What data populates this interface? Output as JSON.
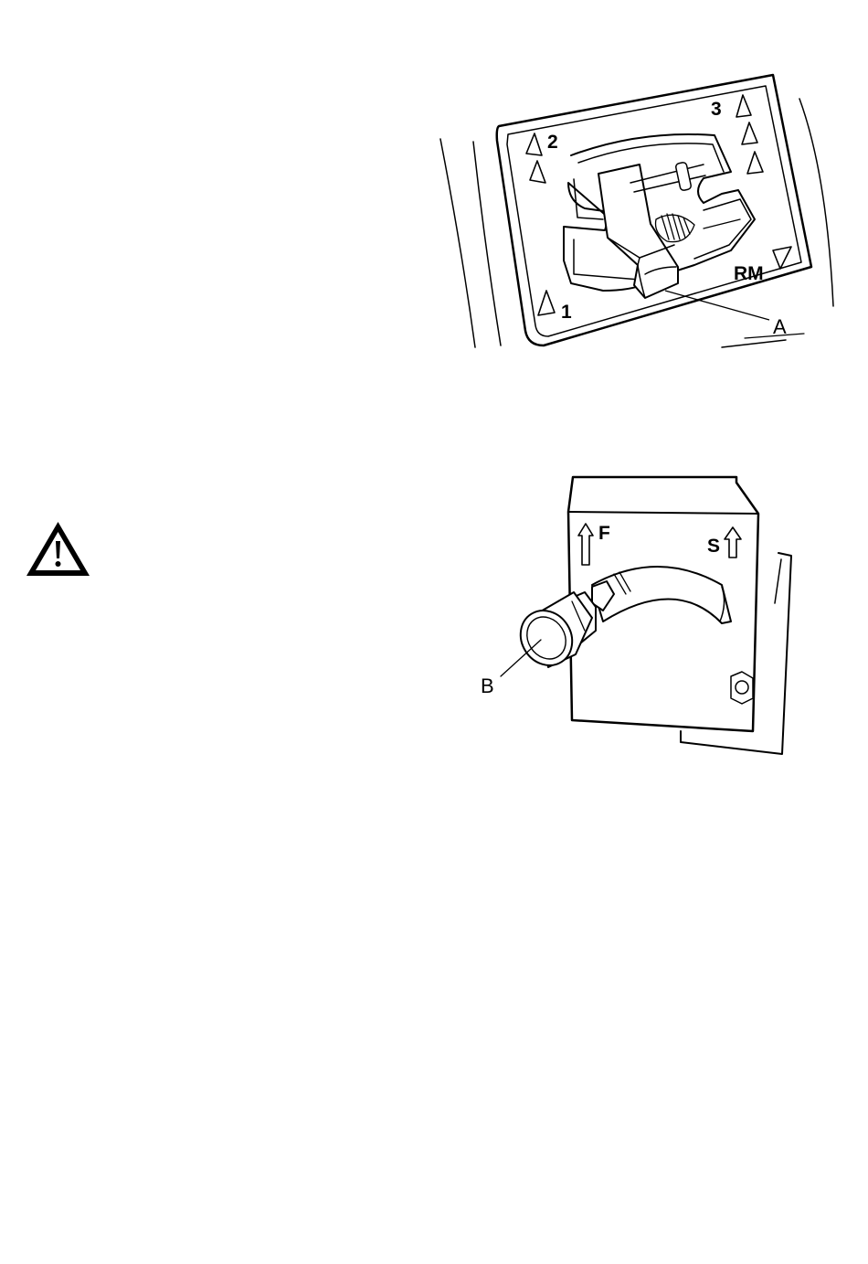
{
  "gear_figure": {
    "labels": {
      "pos1": "1",
      "pos2": "2",
      "pos3": "3",
      "reverse": "RM",
      "lever": "A"
    }
  },
  "range_figure": {
    "labels": {
      "fast": "F",
      "slow": "S",
      "lever": "B"
    }
  },
  "warning": {
    "icon": "warning-triangle-icon"
  }
}
